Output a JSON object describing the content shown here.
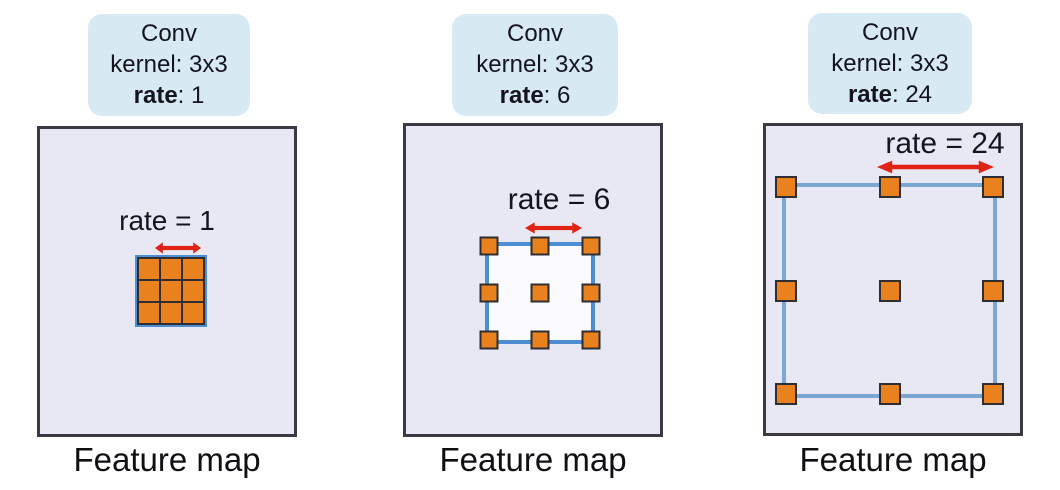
{
  "colors": {
    "label_box_bg": "#d7e9f3",
    "feature_map_bg": "#e8e8f4",
    "box_border": "#3a3a42",
    "orange": "#e8811e",
    "cell_border": "#2e2e33",
    "kernel_outline_blue": "#4d8ed2",
    "kernel_outline_blue_light": "#7ba6d2",
    "kernel_inner_bg": "#fbfbfe",
    "arrow_red": "#e02315",
    "ink": "#14141e"
  },
  "panels": [
    {
      "label": {
        "line1": "Conv",
        "line2": "kernel: 3x3",
        "rate_word": "rate",
        "rate_rest": ": 1"
      },
      "rate_annotation": "rate = 1",
      "caption": "Feature map"
    },
    {
      "label": {
        "line1": "Conv",
        "line2": "kernel: 3x3",
        "rate_word": "rate",
        "rate_rest": ": 6"
      },
      "rate_annotation": "rate = 6",
      "caption": "Feature map"
    },
    {
      "label": {
        "line1": "Conv",
        "line2": "kernel: 3x3",
        "rate_word": "rate",
        "rate_rest": ": 24"
      },
      "rate_annotation": "rate = 24",
      "caption": "Feature map"
    }
  ]
}
